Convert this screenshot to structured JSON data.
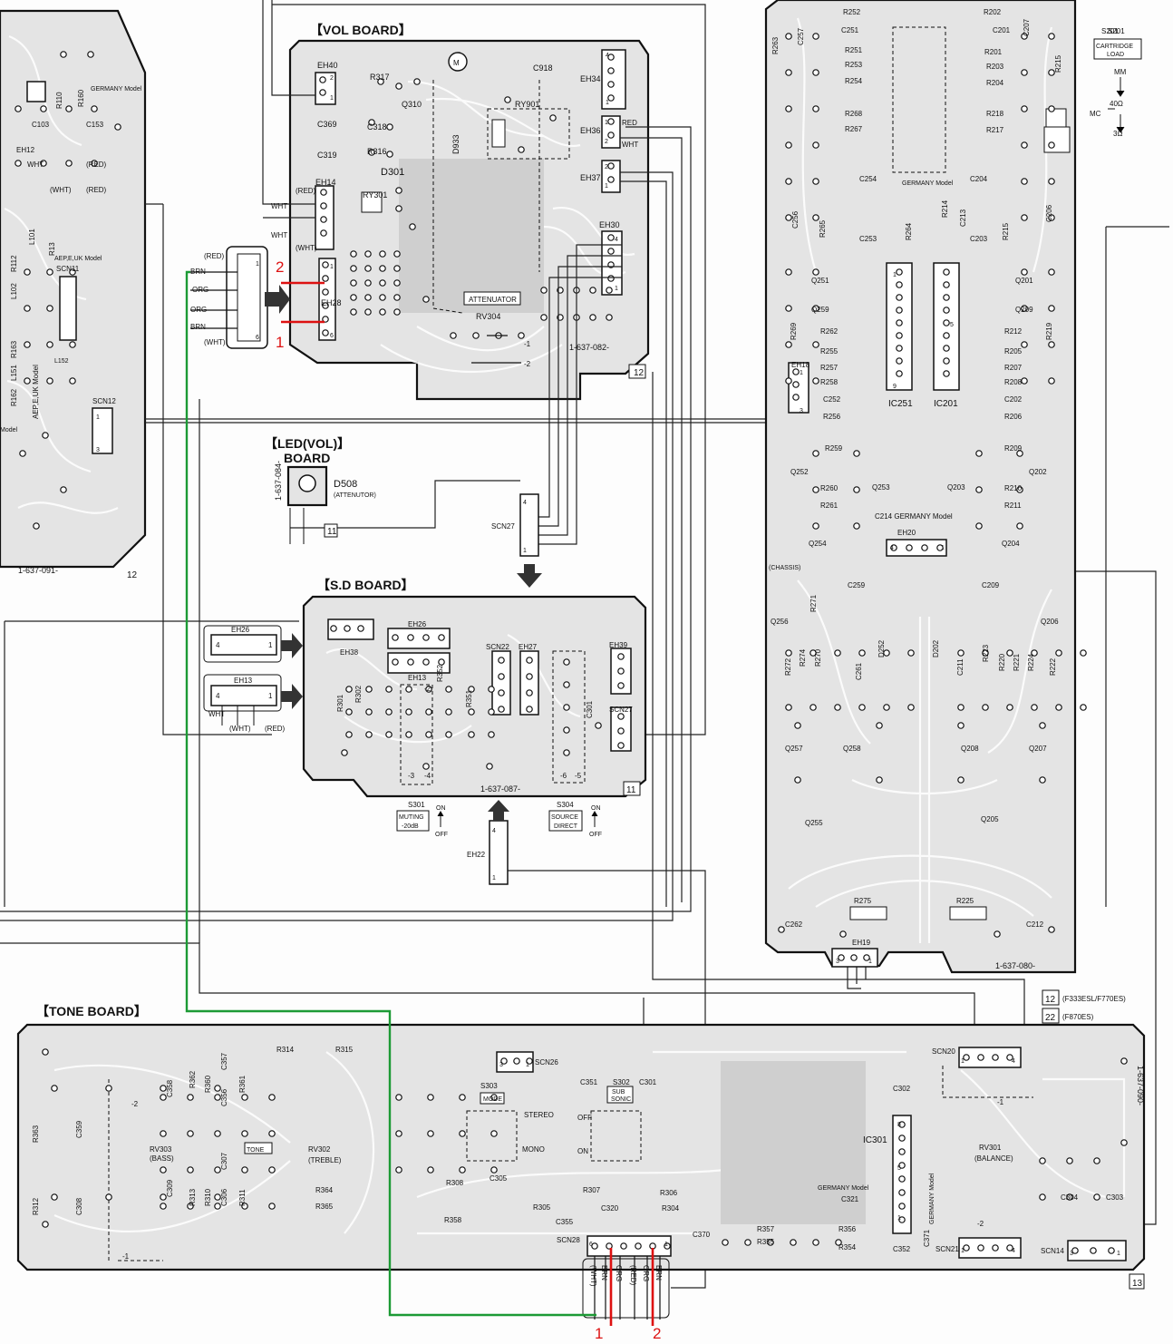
{
  "boards": {
    "vol": {
      "title": "【VOL BOARD】",
      "part": "1-637-082-",
      "tag": "12"
    },
    "led": {
      "title_1": "【LED(VOL)】",
      "title_2": "BOARD",
      "part": "1-637-084-",
      "diode": "D508",
      "diode_note": "(ATTENUTOR)",
      "tag": "11"
    },
    "sd": {
      "title": "【S.D BOARD】",
      "part": "1-637-087-",
      "tag": "11"
    },
    "tone": {
      "title": "【TONE BOARD】",
      "part": "1-637-090-",
      "tag": "13"
    },
    "left": {
      "part": "1-637-091-",
      "tag": "12"
    },
    "right": {
      "part": "1-637-080-"
    }
  },
  "vol_labels": [
    "EH40",
    "R317",
    "Q310",
    "C918",
    "RY901",
    "D933",
    "EH34",
    "EH36",
    "EH37",
    "C369",
    "C318",
    "C319",
    "R316",
    "D301",
    "EH14",
    "RY301",
    "EH28",
    "EH30",
    "ATTENUATOR",
    "RV304",
    "M"
  ],
  "vol_pins": {
    "eh34": [
      "4",
      "1"
    ],
    "eh36": [
      "1",
      "2"
    ],
    "eh37": [
      "2",
      "1"
    ],
    "eh30": [
      "4",
      "1"
    ],
    "eh28": [
      "1",
      "6"
    ],
    "eh40": [
      "2",
      "1"
    ]
  },
  "vol_wires": [
    "RED",
    "WHT",
    "(RED)",
    "WHT",
    "(WHT)",
    "WHT"
  ],
  "vol_switch": [
    "-1",
    "-2"
  ],
  "plug_left": {
    "top": "(RED)",
    "bottom": "(WHT)",
    "wires": [
      "BRN",
      "ORG",
      "ORG",
      "BRN"
    ],
    "pins": [
      "1",
      "6"
    ]
  },
  "red_marks_vol": [
    "2",
    "1"
  ],
  "scn27": {
    "label": "SCN27",
    "pins": [
      "4",
      "1"
    ]
  },
  "sd_labels": [
    "EH38",
    "EH26",
    "EH13",
    "SCN22",
    "EH27",
    "EH39",
    "SCN27",
    "R301",
    "R302",
    "R352",
    "R351",
    "C301"
  ],
  "sd_switches": [
    "-2",
    "-3",
    "-4",
    "-6",
    "-5"
  ],
  "eh26_plug": {
    "label": "EH26",
    "pins": [
      "4",
      "1"
    ]
  },
  "eh13_plug": {
    "label": "EH13",
    "pins": [
      "4",
      "1"
    ],
    "wires": [
      "WHT",
      "(WHT)",
      "(RED)"
    ]
  },
  "s301": {
    "name": "S301",
    "label_1": "MUTING",
    "label_2": "-20dB",
    "on": "ON",
    "off": "OFF"
  },
  "s304": {
    "name": "S304",
    "label_1": "SOURCE",
    "label_2": "DIRECT",
    "on": "ON",
    "off": "OFF"
  },
  "eh22": {
    "label": "EH22",
    "pins": [
      "4",
      "1"
    ]
  },
  "left_labels": [
    "R110",
    "R160",
    "GERMANY Model",
    "C103",
    "C153",
    "EH12",
    "WHT",
    "(RED)",
    "(WHT)",
    "(RED)",
    "L101",
    "L102",
    "R13",
    "R112",
    "AEP,E,UK Model",
    "SCN11",
    "L152",
    "L151",
    "R162",
    "R163",
    "AEP,E,UK Model",
    "SCN12",
    "Model"
  ],
  "left_pins": {
    "scn12": [
      "1",
      "3"
    ]
  },
  "right_labels": [
    "R263",
    "C257",
    "R252",
    "R202",
    "C207",
    "R215",
    "C251",
    "S201",
    "C201",
    "R251",
    "R201",
    "R253",
    "R203",
    "R254",
    "R204",
    "R268",
    "R218",
    "R267",
    "R217",
    "C254",
    "C204",
    "GERMANY Model",
    "C256",
    "R265",
    "R264",
    "R214",
    "R215",
    "C206",
    "C253",
    "C213",
    "C203",
    "Q251",
    "Q201",
    "Q259",
    "Q209",
    "R269",
    "R262",
    "R212",
    "R219",
    "EH18",
    "R255",
    "R205",
    "R257",
    "R207",
    "R258",
    "R208",
    "C252",
    "C202",
    "R256",
    "R206",
    "IC251",
    "IC201",
    "R259",
    "R209",
    "Q252",
    "Q202",
    "Q253",
    "Q203",
    "R260",
    "R210",
    "R261",
    "R211",
    "C214 GERMANY Model",
    "Q254",
    "EH20",
    "Q204",
    "(CHASSIS)",
    "C259",
    "C209",
    "Q256",
    "R271",
    "Q206",
    "R274",
    "R270",
    "D252",
    "D202",
    "R223",
    "R220",
    "R221",
    "R222",
    "R272",
    "C261",
    "C211",
    "R224",
    "Q257",
    "Q258",
    "Q208",
    "Q207",
    "Q255",
    "Q205",
    "R275",
    "R225",
    "C262",
    "C212",
    "EH19"
  ],
  "right_pins": {
    "eh18": [
      "1",
      "3"
    ],
    "eh20": [
      "4",
      "1"
    ],
    "eh19": [
      "3",
      "1"
    ],
    "ic": [
      "1",
      "9",
      "5"
    ]
  },
  "cartridge": {
    "switch": "S201",
    "label_1": "CARTRIDGE",
    "label_2": "LOAD",
    "mm": "MM",
    "mc": "MC",
    "r1": "40Ω",
    "r2": "3Ω"
  },
  "variants": [
    {
      "tag": "12",
      "text": "(F333ESL/F770ES)"
    },
    {
      "tag": "22",
      "text": "(F870ES)"
    }
  ],
  "tone_labels": [
    "R314",
    "R315",
    "C357",
    "C358",
    "R362",
    "R360",
    "R361",
    "C356",
    "R363",
    "C359",
    "RV303",
    "(BASS)",
    "TONE",
    "RV302",
    "(TREBLE)",
    "C307",
    "R312",
    "C308",
    "C309",
    "R313",
    "R310",
    "C306",
    "R311",
    "R364",
    "R365",
    "SCN26",
    "S303",
    "MODE",
    "STEREO",
    "MONO",
    "C351",
    "S302",
    "SUB",
    "SONIC",
    "C301",
    "OFF",
    "ON",
    "R308",
    "C305",
    "R307",
    "R306",
    "R305",
    "C320",
    "R304",
    "C355",
    "R358",
    "SCN28",
    "C370",
    "R357",
    "R355",
    "R356",
    "R354",
    "C302",
    "IC301",
    "GERMANY Model",
    "C321",
    "C352",
    "C371",
    "GERMANY Model",
    "SCN20",
    "RV301",
    "(BALANCE)",
    "C304",
    "C303",
    "SCN21",
    "SCN14"
  ],
  "tone_pins": {
    "scn26": [
      "3",
      "1"
    ],
    "scn28": [
      "6",
      "1"
    ],
    "scn20": [
      "1",
      "4"
    ],
    "scn21": [
      "1",
      "4"
    ],
    "scn14": [
      "3",
      "1"
    ],
    "ic301": [
      "8",
      "5",
      "1"
    ],
    "rv_tone": [
      "-2",
      "-1"
    ],
    "rv_bal": [
      "-2",
      "-1"
    ]
  },
  "scn28_wires": [
    "(WHT)",
    "BRN",
    "ORG",
    "(RED)",
    "ORG",
    "BRN"
  ],
  "red_marks_tone": [
    "1",
    "2"
  ],
  "colors": {
    "board_fill": "#e4e4e4",
    "outline": "#111111",
    "annotation_red": "#dd1111",
    "annotation_green": "#1c9a35"
  }
}
